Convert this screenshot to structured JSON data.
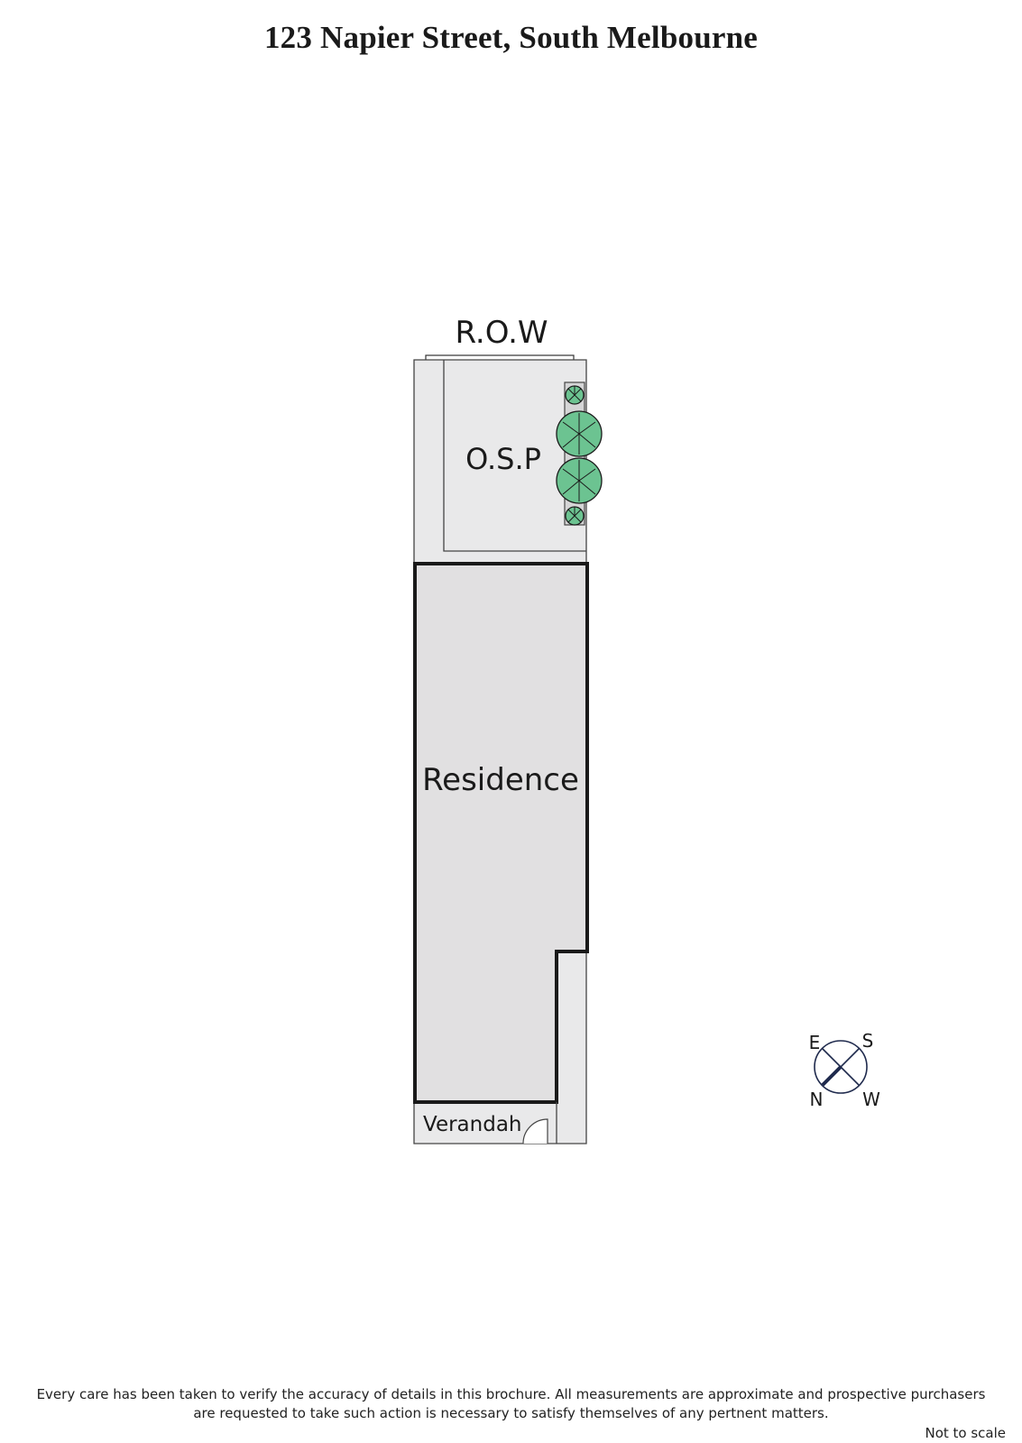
{
  "title": "123 Napier Street, South Melbourne",
  "plan": {
    "row_label": "R.O.W",
    "osp_label": "O.S.P",
    "residence_label": "Residence",
    "verandah_label": "Verandah"
  },
  "compass": {
    "labels": [
      "E",
      "S",
      "N",
      "W"
    ]
  },
  "colors": {
    "outdoor_fill": "#e9e9ea",
    "residence_fill": "#e1e0e1",
    "wall": "#1a1a1a",
    "tree": "#6cc391",
    "compass": "#1f2a4d"
  },
  "footer": {
    "disclaimer_line1": "Every care has been taken to verify the accuracy of details in this brochure. All measurements are approximate and prospective purchasers",
    "disclaimer_line2": "are requested to take such action is necessary to satisfy themselves of any pertnent matters.",
    "not_to_scale": "Not to scale"
  }
}
